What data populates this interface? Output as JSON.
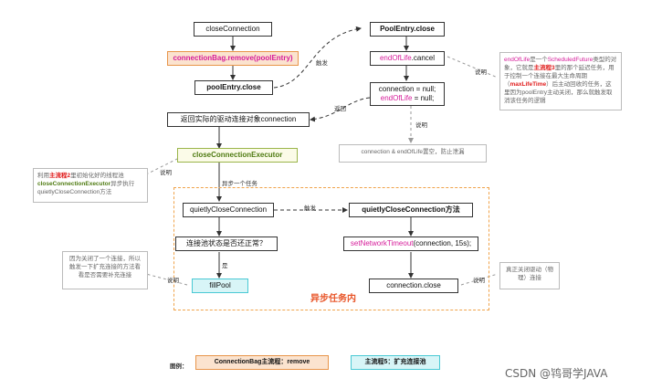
{
  "nodes": {
    "close_connection": "closeConnection",
    "bag_remove": "connectionBag.remove(poolEntry)",
    "pool_entry_close_left": "poolEntry.close",
    "pool_entry_close_right": "PoolEntry.close",
    "end_of_life_cancel_a": "endOfLife",
    "end_of_life_cancel_b": ".cancel",
    "null_line1": "connection = null;",
    "null_line2_a": "endOfLife",
    "null_line2_b": " = null;",
    "return_driver": "返回实际的驱动连接对象connection",
    "executor": "closeConnectionExecutor",
    "quietly_left": "quietlyCloseConnection",
    "quietly_right": "quietlyCloseConnection方法",
    "pool_normal": "连接池状态是否还正常？",
    "set_timeout_a": "setNetworkTimeout",
    "set_timeout_b": "(connection, 15s);",
    "fill_pool": "fillPool",
    "connection_close": "connection.close"
  },
  "labels": {
    "trigger1": "触发",
    "trigger2": "触发",
    "return_lbl": "返回",
    "explain1": "说明",
    "explain2": "说明",
    "explain3": "说明",
    "explain4": "说明",
    "explain5": "说明",
    "async_task": "异步一个任务",
    "yes": "是",
    "async_region": "异步任务内"
  },
  "notes": {
    "end_of_life": {
      "p1": "endOfLife",
      "p2": "是一个",
      "p3": "ScheduledFuture",
      "p4": "类型的对象，它就是",
      "p5": "主流程3",
      "p6": "里的那个延迟任务，用于控制一个连接在最大生命周期（",
      "p7": "maxLifeTime",
      "p8": "）后主动回收的任务，这里因为poolEntry主动关闭，那么就触发取消该任务的逻辑"
    },
    "null_clear": "connection & endOfLife置空，防止泄漏",
    "executor_note": {
      "p1": "利用",
      "p2": "主流程2",
      "p3": "里初始化好的线程池",
      "p4": "closeConnectionExecutor",
      "p5": "异步执行quietlyCloseConnection方法"
    },
    "fill_note": "因为关闭了一个连接，所以触发一下扩充连接的方法看看是否需要补充连接",
    "close_note": "真正关闭驱动（物理）连接"
  },
  "legend": {
    "title": "图例：",
    "orange": "ConnectionBag主流程：remove",
    "cyan": "主流程5：扩充连接池"
  },
  "watermark": "CSDN @鸨哥学JAVA",
  "colors": {
    "orange_fill": "#fbe3cf",
    "orange_border": "#e8954a",
    "cyan_fill": "#d8f5f7",
    "cyan_border": "#49c9d4",
    "magenta": "#d61c9a",
    "red": "#e01b1b",
    "region": "#f0a34a"
  }
}
